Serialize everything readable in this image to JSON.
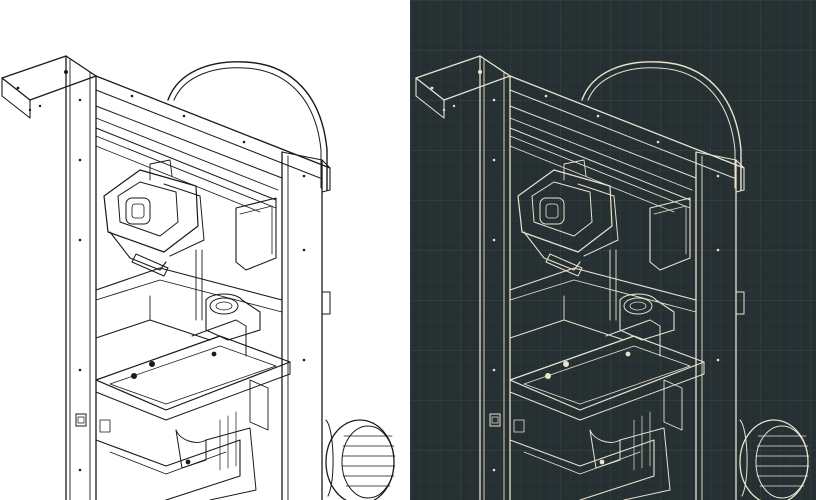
{
  "image": {
    "layout": "side-by-side",
    "panels": [
      {
        "name": "line-drawing",
        "background": "#ffffff",
        "stroke": "#1a1a1a"
      },
      {
        "name": "blueprint-drawing",
        "background": "#263033",
        "stroke": "#e9e3cf",
        "grid": true
      }
    ],
    "subject": "3d-printer-illustration"
  }
}
